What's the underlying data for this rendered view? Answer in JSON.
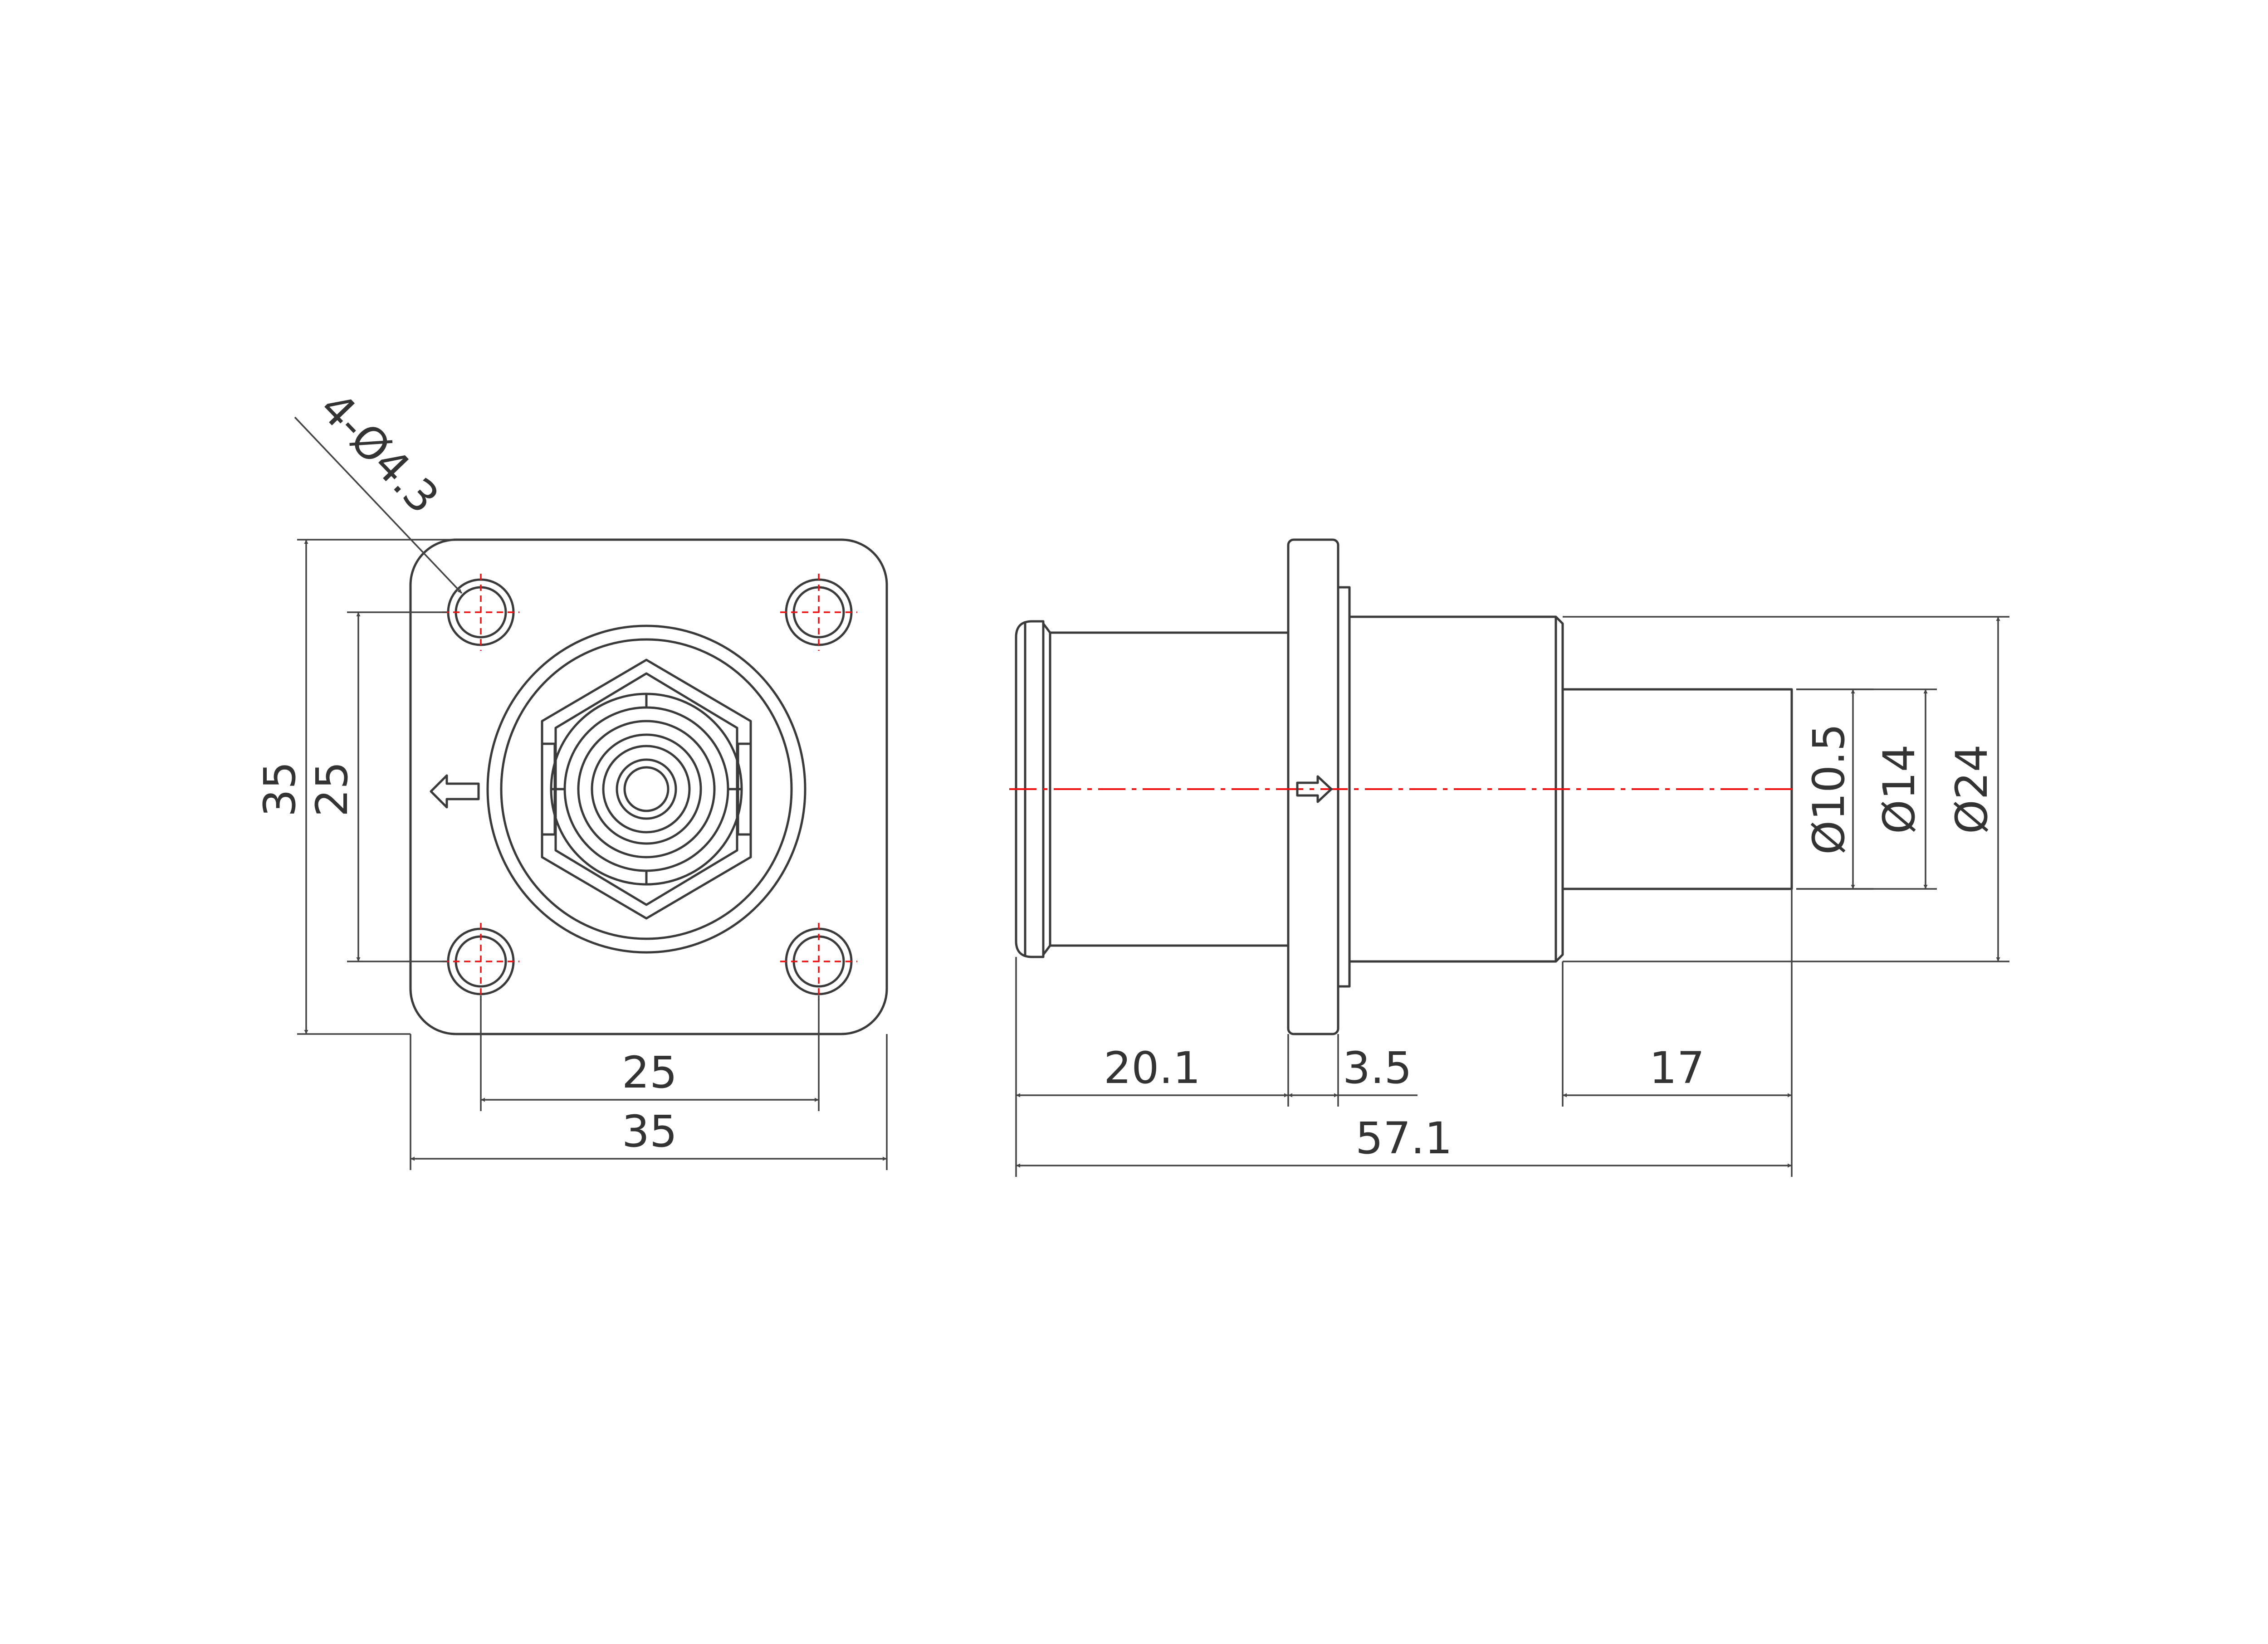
{
  "front_view": {
    "hole_callout": "4-Ø4.3",
    "height_overall": "35",
    "height_hole_pitch": "25",
    "width_hole_pitch": "25",
    "width_overall": "35"
  },
  "side_view": {
    "len_front_body": "20.1",
    "len_flange": "3.5",
    "len_rear_pin": "17",
    "len_overall": "57.1",
    "dia_pin": "Ø10.5",
    "dia_rear": "Ø14",
    "dia_body": "Ø24"
  },
  "colors": {
    "line": "#3a3a3a",
    "centerline": "#ee1111"
  }
}
